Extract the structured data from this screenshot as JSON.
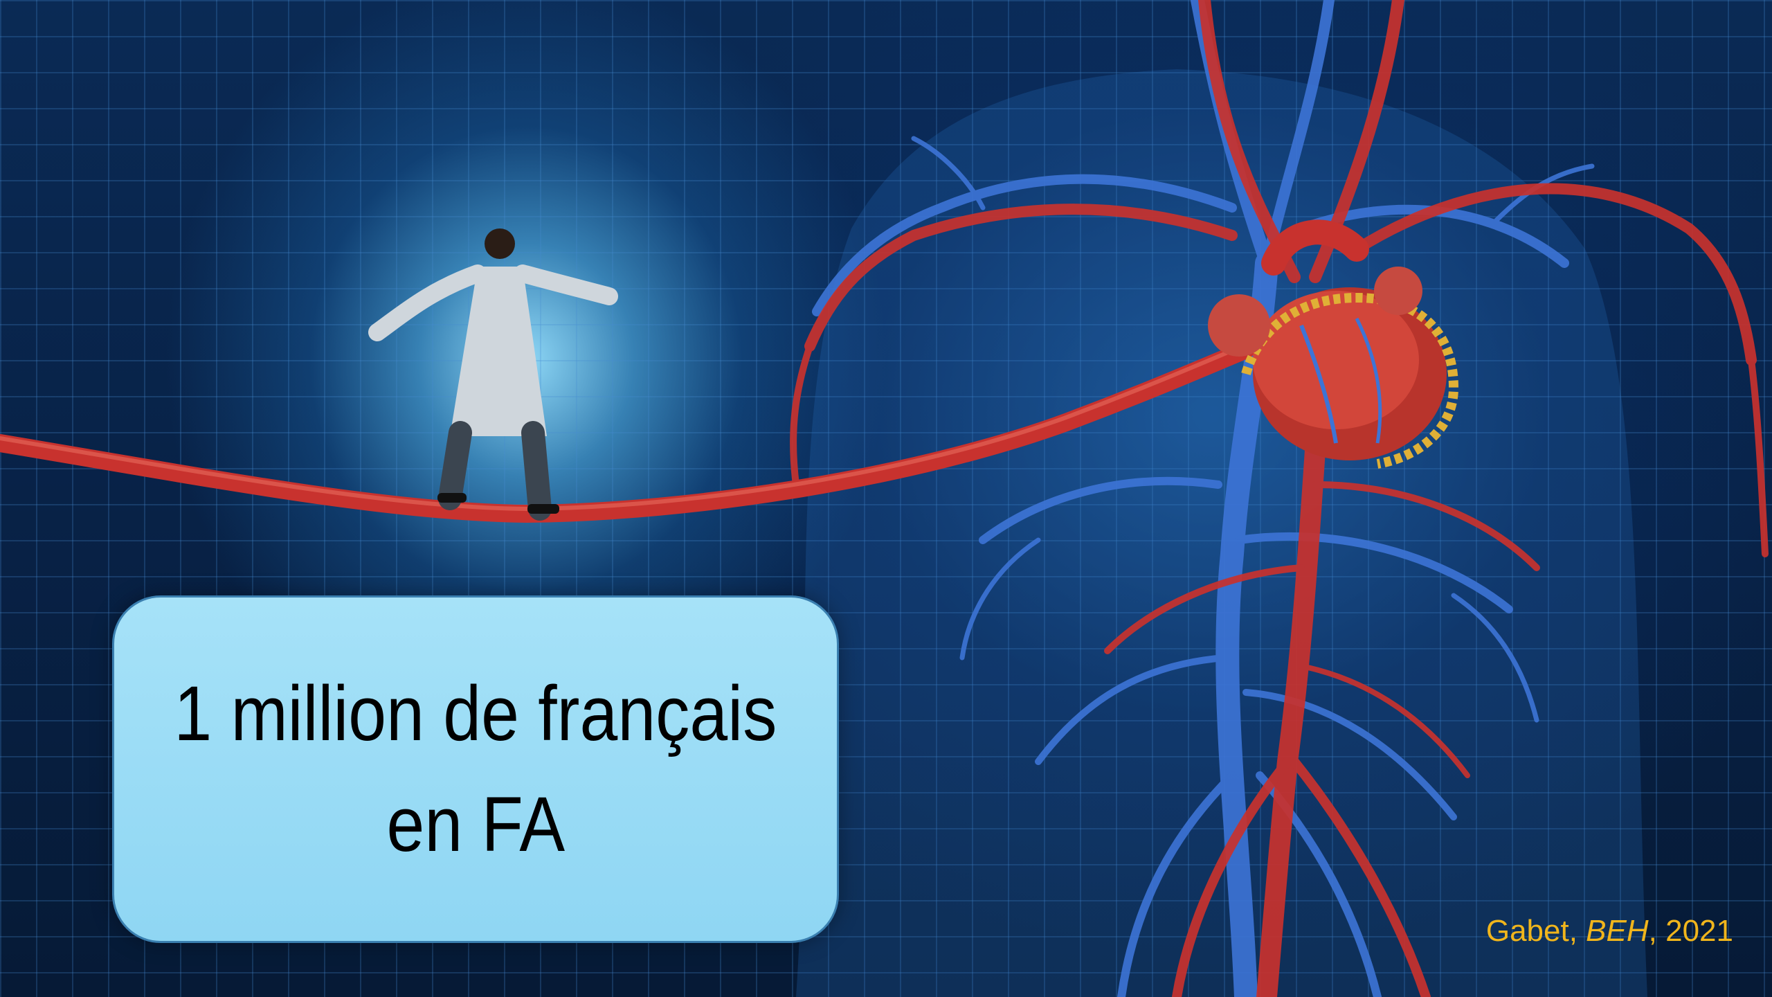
{
  "slide": {
    "message_line_1": "1 million de français",
    "message_line_2": "en FA"
  },
  "citation": {
    "author": "Gabet, ",
    "journal": "BEH",
    "year": ", 2021"
  },
  "illustration": {
    "subject": "doctor walking a tightrope artery toward a heart with circulatory system",
    "icons": [
      "doctor-figure",
      "artery-tightrope",
      "heart-illustration",
      "vessel-network"
    ]
  },
  "colors": {
    "background": "#082247",
    "box_fill": "#9bdcf6",
    "text": "#000000",
    "citation": "#f0b51c",
    "artery_red": "#c8322e",
    "vein_blue": "#3d74d6"
  }
}
